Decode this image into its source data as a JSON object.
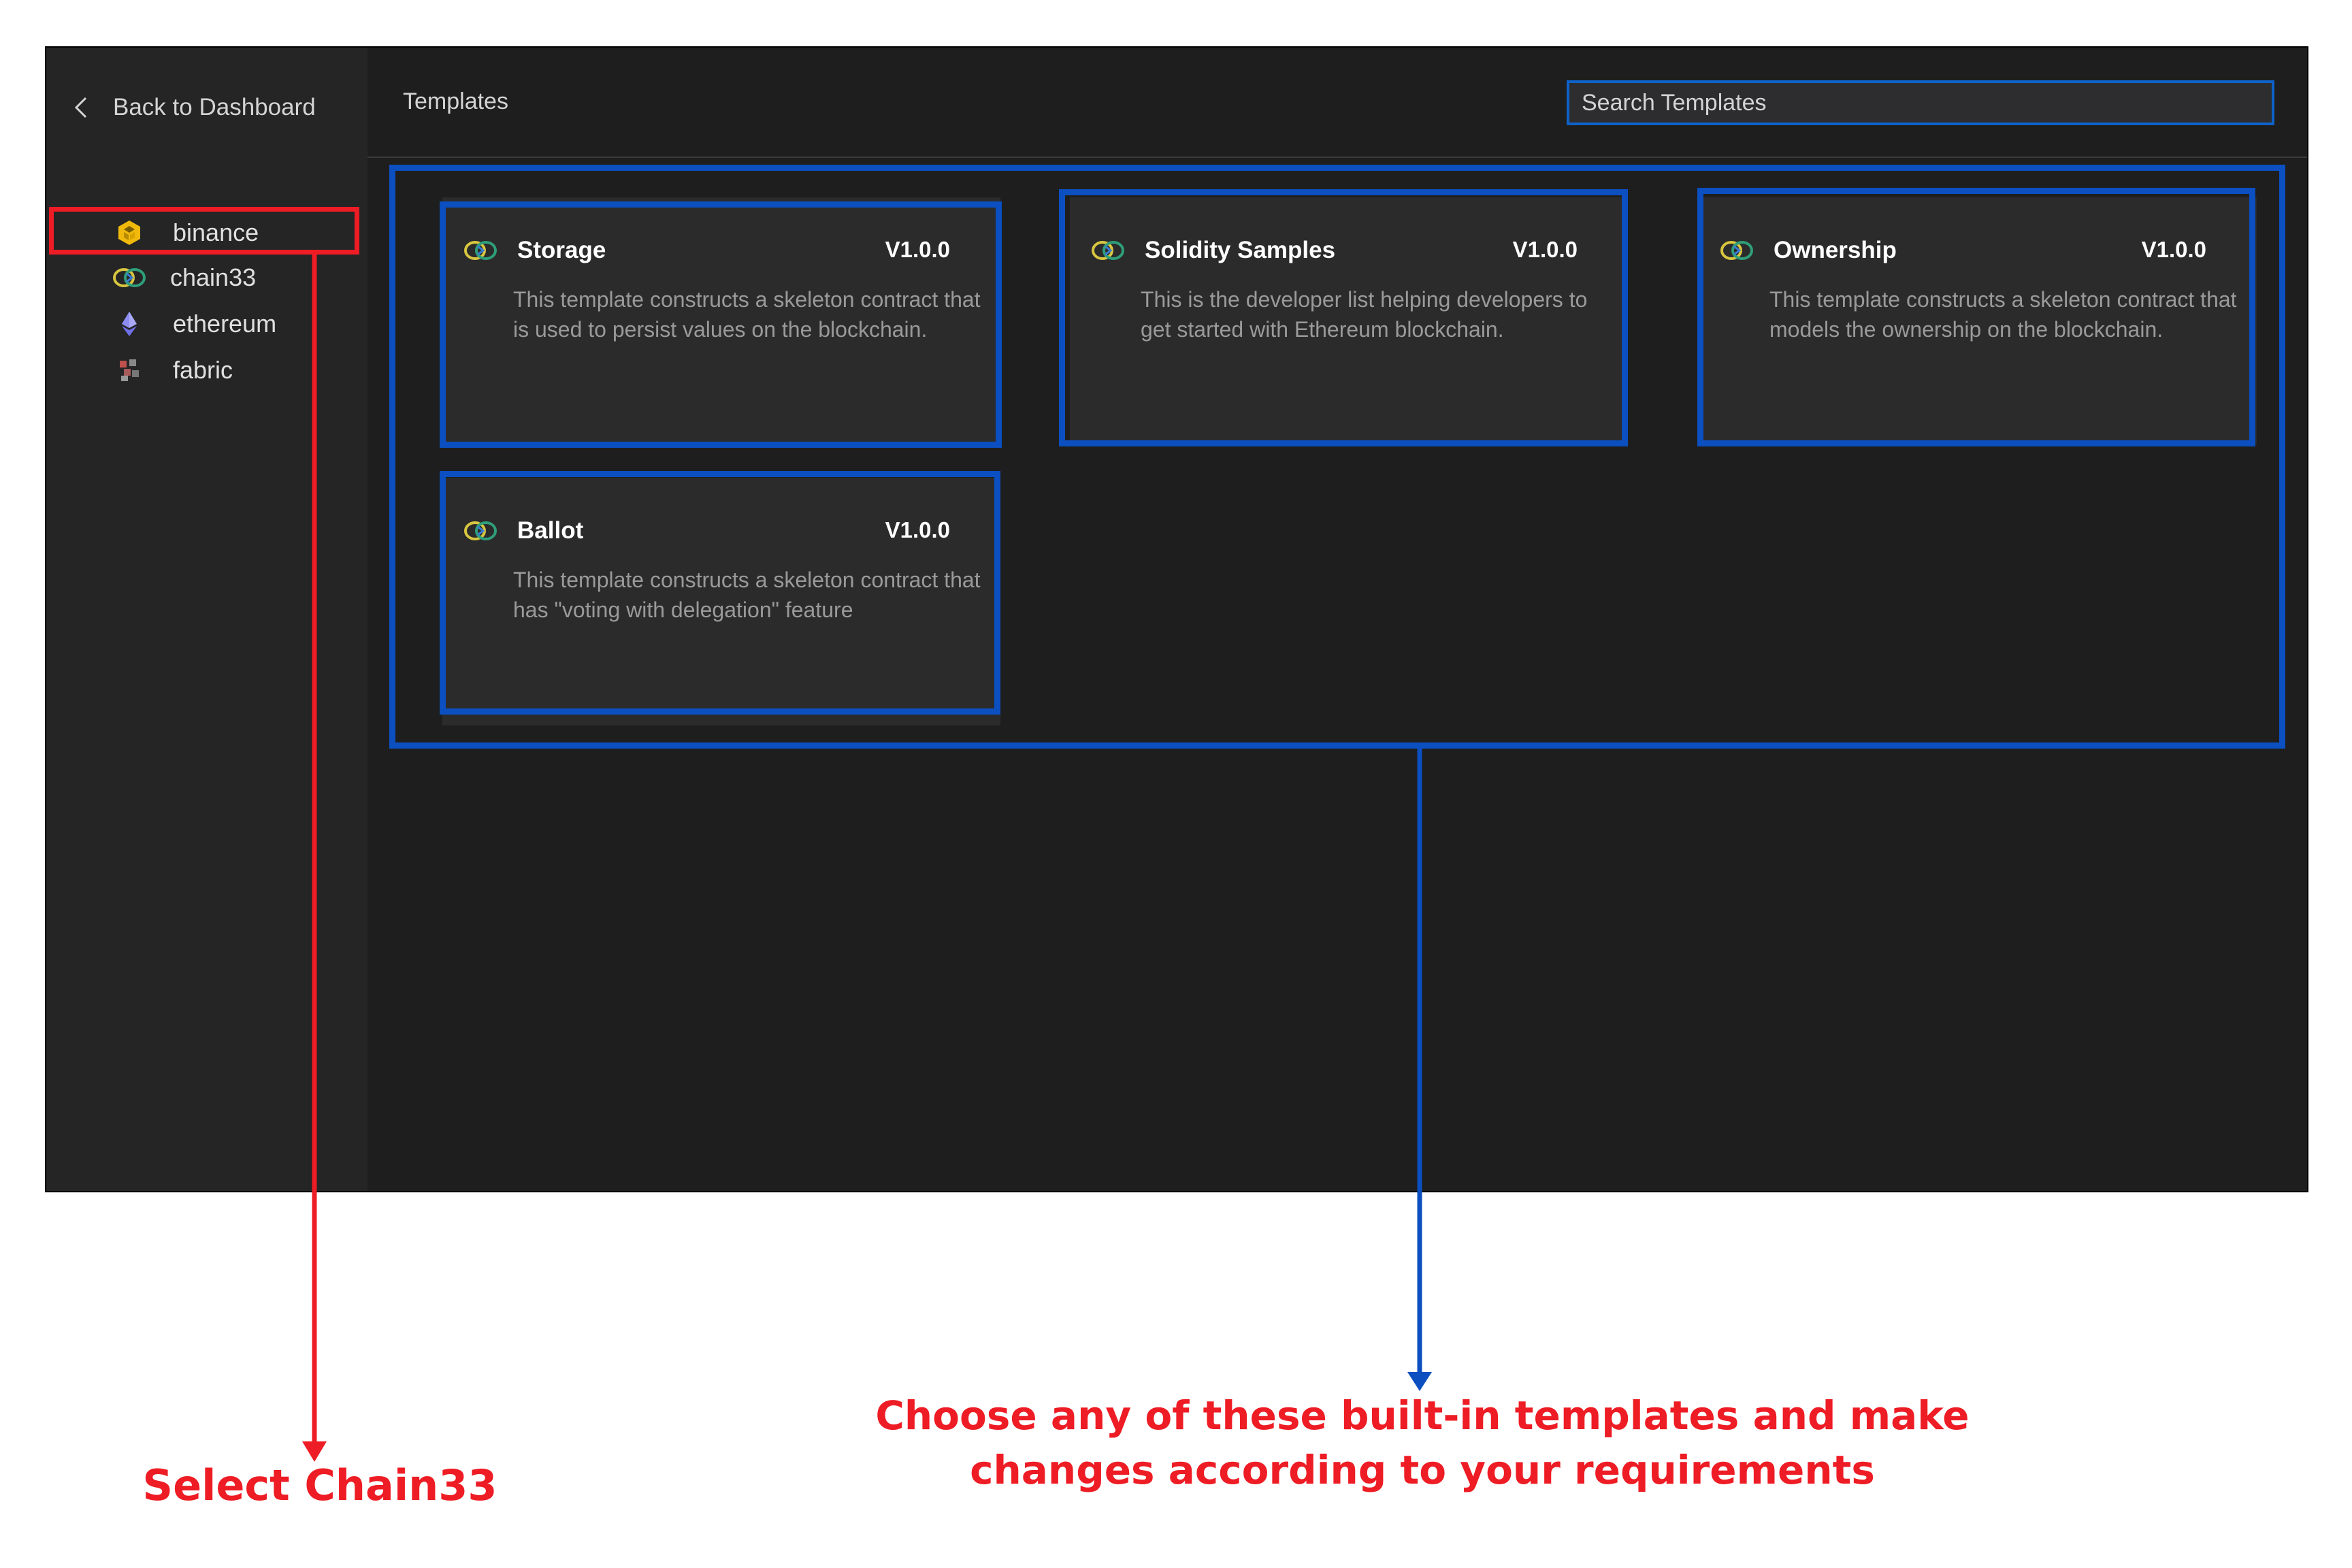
{
  "sidebar": {
    "back_label": "Back to Dashboard",
    "items": [
      {
        "label": "binance",
        "icon": "binance-icon",
        "color": "#f0b90b"
      },
      {
        "label": "chain33",
        "icon": "chain33-icon",
        "color": "#2f9e7a",
        "selected": true
      },
      {
        "label": "ethereum",
        "icon": "ethereum-icon",
        "color": "#8c8cf5"
      },
      {
        "label": "fabric",
        "icon": "fabric-icon",
        "color": "#c0504d"
      }
    ]
  },
  "header": {
    "title": "Templates",
    "search_placeholder": "Search Templates"
  },
  "templates": [
    {
      "title": "Storage",
      "version": "V1.0.0",
      "description": "This template constructs a skeleton contract that is used to persist values on the blockchain."
    },
    {
      "title": "Solidity Samples",
      "version": "V1.0.0",
      "description": "This is the developer list helping developers to get started with Ethereum blockchain."
    },
    {
      "title": "Ownership",
      "version": "V1.0.0",
      "description": "This template constructs a skeleton contract that models the ownership on the blockchain."
    },
    {
      "title": "Ballot",
      "version": "V1.0.0",
      "description": "This template constructs a skeleton contract that has \"voting with delegation\" feature"
    }
  ],
  "annotations": {
    "left": "Select Chain33",
    "right_line1": "Choose any of these built-in templates and make",
    "right_line2": "changes according to your requirements",
    "red_color": "#ee1c24",
    "blue_color": "#0b4fc0"
  }
}
